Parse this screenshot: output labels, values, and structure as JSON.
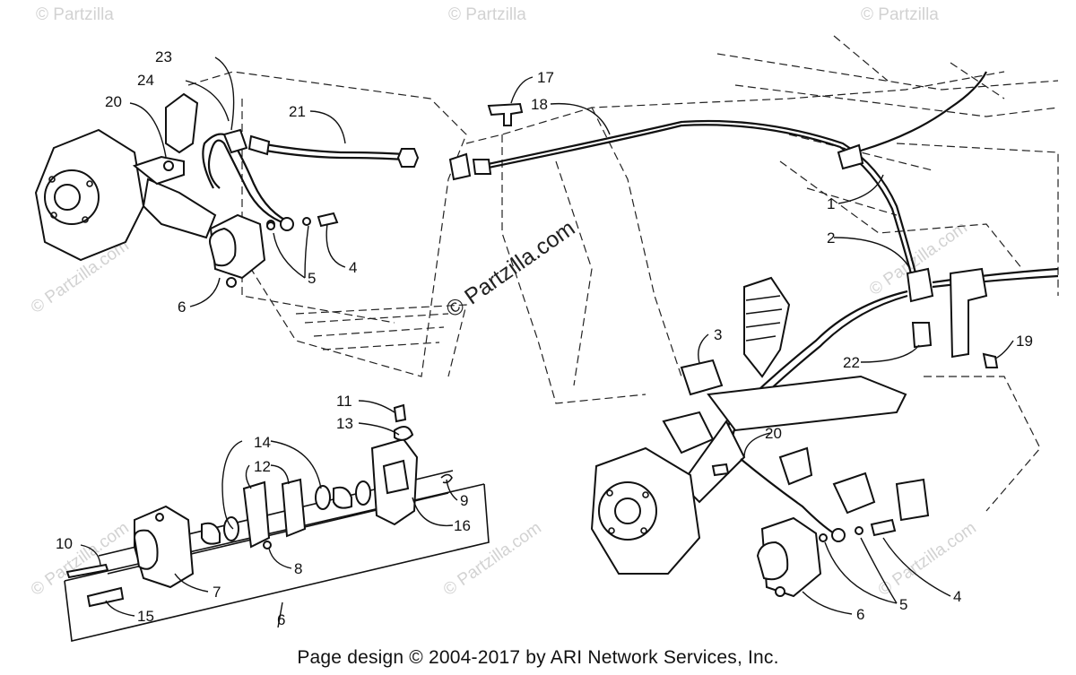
{
  "watermark": {
    "short": "© Partzilla",
    "main": "© Partzilla.com",
    "compact": "© Partzilla.com"
  },
  "callouts": {
    "c1": "1",
    "c2": "2",
    "c3": "3",
    "c4a": "4",
    "c4b": "4",
    "c5a": "5",
    "c5b": "5",
    "c6a": "6",
    "c6b": "6",
    "c6c": "6",
    "c7": "7",
    "c8": "8",
    "c9": "9",
    "c10": "10",
    "c11": "11",
    "c12": "12",
    "c13": "13",
    "c14": "14",
    "c15": "15",
    "c16": "16",
    "c17": "17",
    "c18": "18",
    "c19": "19",
    "c20a": "20",
    "c20b": "20",
    "c21": "21",
    "c22": "22",
    "c23": "23",
    "c24": "24"
  },
  "footer": {
    "text": "Page design © 2004-2017 by ARI Network Services, Inc."
  }
}
